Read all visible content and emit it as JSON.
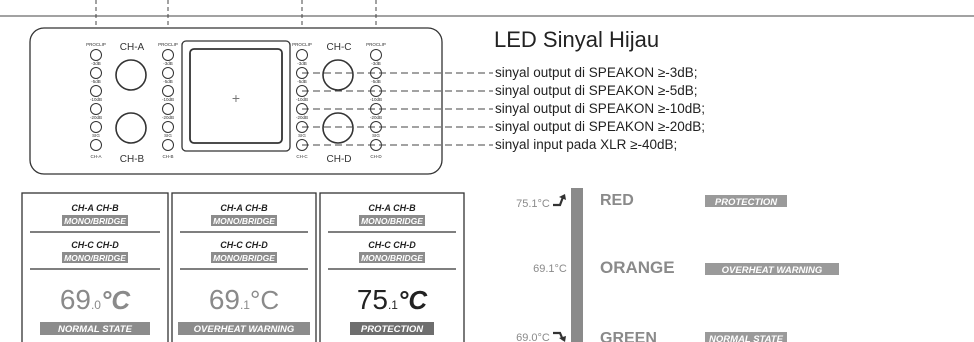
{
  "panel": {
    "channels": {
      "a": "CH-A",
      "b": "CH-B",
      "c": "CH-C",
      "d": "CH-D"
    },
    "led_column": [
      "PROCLIP",
      "-3dB",
      "-5dB",
      "-10dB",
      "-20dB",
      "SIG"
    ],
    "center_mark": "+"
  },
  "legend": {
    "title": "LED Sinyal Hijau",
    "lines": [
      "sinyal output di SPEAKON ≥-3dB;",
      "sinyal output di SPEAKON ≥-5dB;",
      "sinyal output di SPEAKON ≥-10dB;",
      "sinyal output di SPEAKON ≥-20dB;",
      "sinyal input pada XLR ≥-40dB;"
    ]
  },
  "displays": [
    {
      "row1": "CH-A  CH-B",
      "badge1": "MONO/BRIDGE",
      "row2": "CH-C  CH-D",
      "badge2": "MONO/BRIDGE",
      "temp_main": "69",
      "temp_dec": ".0",
      "temp_unit": "°C",
      "state": "NORMAL STATE"
    },
    {
      "row1": "CH-A  CH-B",
      "badge1": "MONO/BRIDGE",
      "row2": "CH-C  CH-D",
      "badge2": "MONO/BRIDGE",
      "temp_main": "69",
      "temp_dec": ".1",
      "temp_unit": "°C",
      "state": "OVERHEAT  WARNING"
    },
    {
      "row1": "CH-A  CH-B",
      "badge1": "MONO/BRIDGE",
      "row2": "CH-C  CH-D",
      "badge2": "MONO/BRIDGE",
      "temp_main": "75",
      "temp_dec": ".1",
      "temp_unit": "°C",
      "state": "PROTECTION"
    }
  ],
  "scale": {
    "rows": [
      {
        "temp": "75.1°C",
        "arrow": "up",
        "color_name": "RED",
        "state": "PROTECTION"
      },
      {
        "temp": "69.1°C",
        "arrow": "none",
        "color_name": "ORANGE",
        "state": "OVERHEAT  WARNING"
      },
      {
        "temp": "69.0°C",
        "arrow": "down",
        "color_name": "GREEN",
        "state": "NORMAL STATE"
      }
    ]
  },
  "colors": {
    "line": "#333333",
    "grey_text": "#8a8a8a",
    "badge_bg": "#8c8c8c",
    "bar": "#8a8a8a"
  }
}
